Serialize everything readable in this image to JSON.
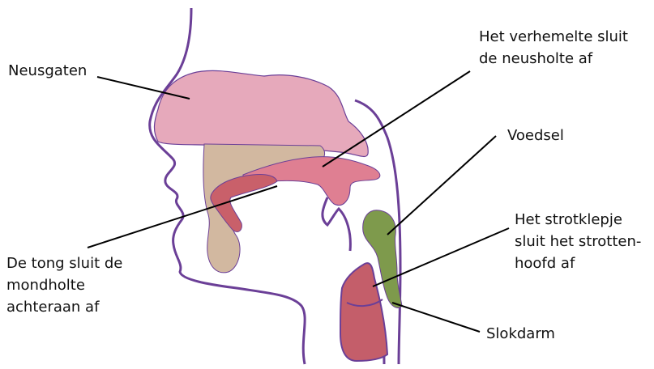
{
  "labels": {
    "neusgaten": "Neusgaten",
    "verhemelte_line1": "Het verhemelte sluit",
    "verhemelte_line2": "de neusholte af",
    "voedsel": "Voedsel",
    "strotklepje_line1": "Het strotklepje",
    "strotklepje_line2": "sluit het strotten-",
    "strotklepje_line3": "hoofd af",
    "tong_line1": "De tong sluit de",
    "tong_line2": "mondholte",
    "tong_line3": "achteraan af",
    "slokdarm": "Slokdarm"
  },
  "colors": {
    "outline": "#6b3f97",
    "nasal_cavity": "#e6a9bb",
    "mouth_cavity": "#d2b8a0",
    "palate": "#df7f92",
    "tongue": "#c9606a",
    "food_bolus": "#7e9a4c",
    "larynx": "#c45e6a",
    "leader_line": "#000000"
  }
}
